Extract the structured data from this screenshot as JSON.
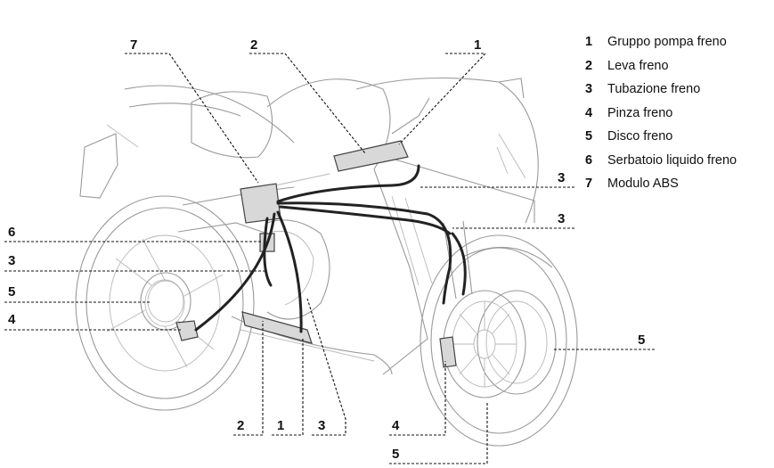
{
  "legend": [
    {
      "num": "1",
      "label": "Gruppo pompa freno"
    },
    {
      "num": "2",
      "label": "Leva freno"
    },
    {
      "num": "3",
      "label": "Tubazione freno"
    },
    {
      "num": "4",
      "label": "Pinza freno"
    },
    {
      "num": "5",
      "label": "Disco freno"
    },
    {
      "num": "6",
      "label": "Serbatoio liquido freno"
    },
    {
      "num": "7",
      "label": "Modulo ABS"
    }
  ],
  "callouts": {
    "top_7": "7",
    "top_2": "2",
    "top_1": "1",
    "right_3a": "3",
    "right_3b": "3",
    "right_5": "5",
    "left_6": "6",
    "left_3": "3",
    "left_5": "5",
    "left_4": "4",
    "bottom_2": "2",
    "bottom_1": "1",
    "bottom_3": "3",
    "bottom_4": "4",
    "bottom_5": "5"
  }
}
